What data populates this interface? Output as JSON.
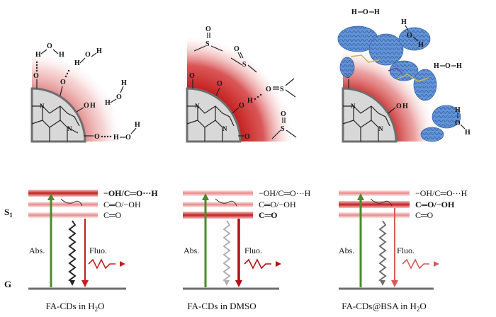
{
  "axis": {
    "s1": "S",
    "s1_sub": "1",
    "g": "G"
  },
  "molecules": {
    "water": [
      "H",
      "O",
      "H"
    ],
    "dmso_s": "S",
    "dmso_o": "O",
    "oh_o": "O",
    "oh_h": "H",
    "n": "N",
    "o": "O"
  },
  "panels": [
    {
      "id": "h2o",
      "caption_pre": "FA-CDs in H",
      "caption_sub": "2",
      "caption_post": "O",
      "absorption_label": "Abs.",
      "fluorescence_label": "Fluo.",
      "levels": [
        {
          "text": "−OH/C═O···H",
          "bold": true
        },
        {
          "text": "C═O/−OH",
          "bold": false
        },
        {
          "text": "C═O",
          "bold": false
        }
      ]
    },
    {
      "id": "dmso",
      "caption_pre": "FA-CDs in DMSO",
      "caption_sub": "",
      "caption_post": "",
      "absorption_label": "Abs.",
      "fluorescence_label": "Fluo.",
      "levels": [
        {
          "text": "−OH/C═O···H",
          "bold": false
        },
        {
          "text": "C═O/−OH",
          "bold": false
        },
        {
          "text": "C═O",
          "bold": true
        }
      ]
    },
    {
      "id": "bsa",
      "caption_pre": "FA-CDs@BSA in H",
      "caption_sub": "2",
      "caption_post": "O",
      "absorption_label": "Abs.",
      "fluorescence_label": "Fluo.",
      "levels": [
        {
          "text": "−OH/C═O···H",
          "bold": false
        },
        {
          "text": "C═O/−OH",
          "bold": true
        },
        {
          "text": "C═O",
          "bold": false
        }
      ]
    }
  ],
  "colors": {
    "red": "#c41e1e",
    "pink": "#f1a3a3",
    "green": "#4c8a2e",
    "protein": "#5b8fd6",
    "ground": "#6e6e6e",
    "core": "#d8d8d8"
  }
}
